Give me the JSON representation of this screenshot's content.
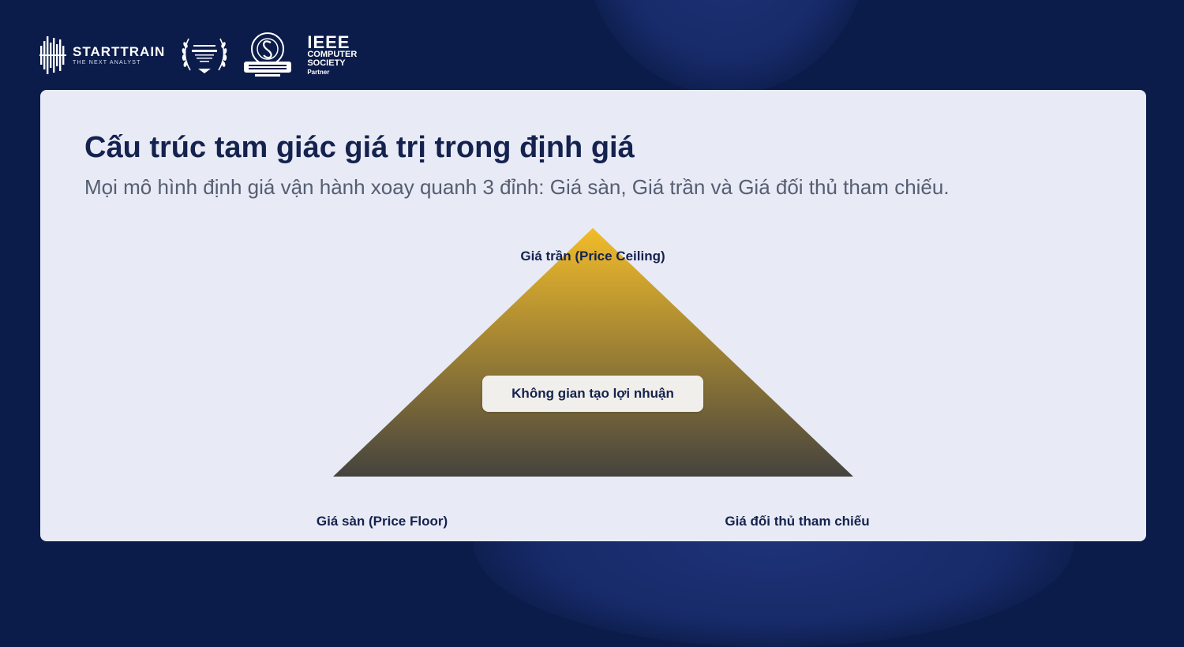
{
  "header": {
    "brand_name": "STARTTRAIN",
    "brand_tagline": "THE NEXT ANALYST",
    "ieee_title": "IEEE",
    "ieee_line1": "COMPUTER",
    "ieee_line2": "SOCIETY",
    "ieee_partner": "Partner"
  },
  "card": {
    "title": "Cấu trúc tam giác giá trị trong định giá",
    "subtitle": "Mọi mô hình định giá vận hành xoay quanh 3 đỉnh: Giá sàn, Giá trần và Giá đối thủ tham chiếu."
  },
  "diagram": {
    "top_label": "Giá trần (Price Ceiling)",
    "left_label": "Giá sàn (Price Floor)",
    "right_label": "Giá đối thủ tham chiếu",
    "center_label": "Không gian tạo lợi nhuận",
    "gradient_top": "#f2bc2a",
    "gradient_bottom": "#45433e"
  },
  "colors": {
    "background": "#0c1c4a",
    "card": "#e8eaf5",
    "title": "#14224e",
    "subtitle": "#555e72"
  }
}
